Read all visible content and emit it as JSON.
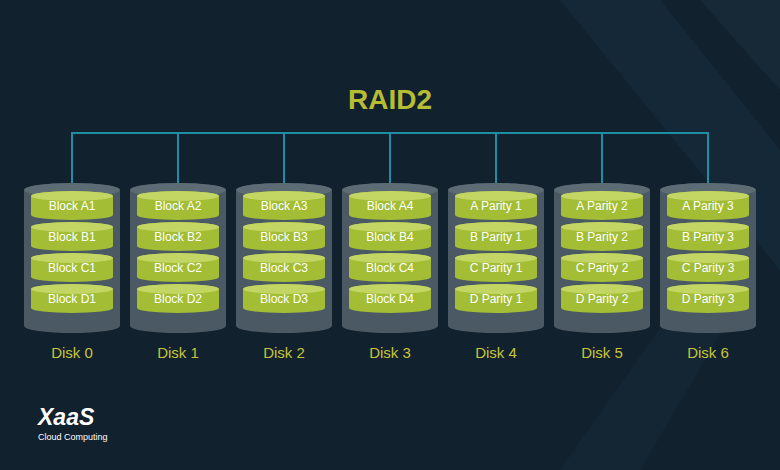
{
  "diagram": {
    "title": "RAID2",
    "nodes": [
      {
        "text": [
          "Disk 0"
        ]
      },
      {
        "text": [
          "Block A1"
        ],
        "in": 0
      },
      {
        "text": [
          "Block B1"
        ],
        "in": 0
      },
      {
        "text": [
          "Block C1"
        ],
        "in": 0
      },
      {
        "text": [
          "Block D1"
        ],
        "in": 0
      },
      {
        "text": [
          "Disk 1"
        ]
      },
      {
        "text": [
          "Block A2"
        ],
        "in": 5
      },
      {
        "text": [
          "Block B2"
        ],
        "in": 5
      },
      {
        "text": [
          "Block C2"
        ],
        "in": 5
      },
      {
        "text": [
          "Block D2"
        ],
        "in": 5
      },
      {
        "text": [
          "Disk 2"
        ]
      },
      {
        "text": [
          "Block A3"
        ],
        "in": 10
      },
      {
        "text": [
          "Block B3"
        ],
        "in": 10
      },
      {
        "text": [
          "Block C3"
        ],
        "in": 10
      },
      {
        "text": [
          "Block D3"
        ],
        "in": 10
      },
      {
        "text": [
          "Disk 3"
        ]
      },
      {
        "text": [
          "Block A4"
        ],
        "in": 15
      },
      {
        "text": [
          "Block B4"
        ],
        "in": 15
      },
      {
        "text": [
          "Block C4"
        ],
        "in": 15
      },
      {
        "text": [
          "Block D4"
        ],
        "in": 15
      },
      {
        "text": [
          "Disk 4"
        ]
      },
      {
        "text": [
          "A Parity 1"
        ],
        "in": 20
      },
      {
        "text": [
          "B Parity 1"
        ],
        "in": 20
      },
      {
        "text": [
          "C Parity 1"
        ],
        "in": 20
      },
      {
        "text": [
          "D Parity 1"
        ],
        "in": 20
      },
      {
        "text": [
          "Disk 5"
        ]
      },
      {
        "text": [
          "A Parity 2"
        ],
        "in": 25
      },
      {
        "text": [
          "B Parity 2"
        ],
        "in": 25
      },
      {
        "text": [
          "C Parity 2"
        ],
        "in": 25
      },
      {
        "text": [
          "D Parity 2"
        ],
        "in": 25
      },
      {
        "text": [
          "Disk 6"
        ]
      },
      {
        "text": [
          "A Parity 3"
        ],
        "in": 30
      },
      {
        "text": [
          "B Parity 3"
        ],
        "in": 30
      },
      {
        "text": [
          "C Parity 3"
        ],
        "in": 30
      },
      {
        "text": [
          "D Parity 3"
        ],
        "in": 30
      }
    ],
    "edges": [
      {
        "from": 0,
        "to": 5,
        "arrow": "none"
      },
      {
        "from": 5,
        "to": 10,
        "arrow": "none"
      },
      {
        "from": 10,
        "to": 15,
        "arrow": "none"
      },
      {
        "from": 15,
        "to": 20,
        "arrow": "none"
      },
      {
        "from": 20,
        "to": 25,
        "arrow": "none"
      },
      {
        "from": 25,
        "to": 30,
        "arrow": "none"
      }
    ],
    "labels": [
      "XaaS",
      "Cloud Computing"
    ]
  }
}
